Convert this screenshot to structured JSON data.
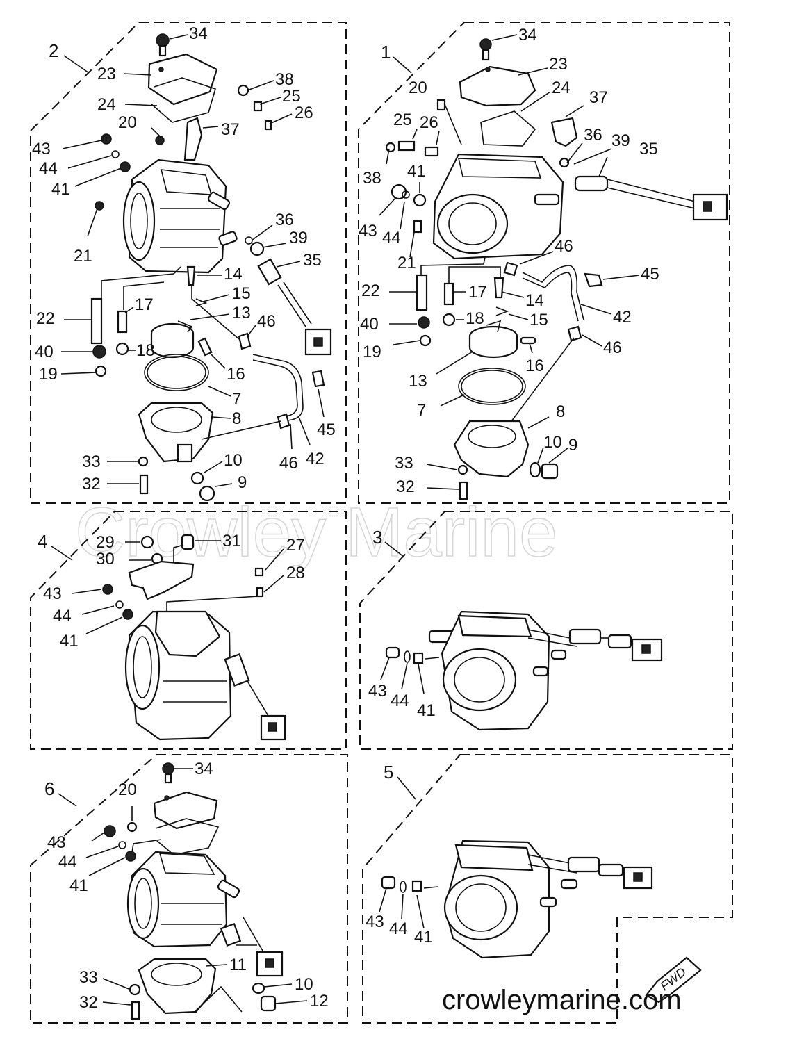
{
  "watermark": "Crowley Marine",
  "site": "crowleymarine.com",
  "fwd": "FWD",
  "panels": [
    {
      "id": "2",
      "labels": [
        "34",
        "23",
        "24",
        "38",
        "25",
        "26",
        "20",
        "37",
        "43",
        "44",
        "41",
        "21",
        "36",
        "39",
        "14",
        "35",
        "15",
        "13",
        "46",
        "22",
        "17",
        "40",
        "18",
        "19",
        "16",
        "7",
        "8",
        "45",
        "33",
        "10",
        "46",
        "42",
        "32",
        "9"
      ]
    },
    {
      "id": "1",
      "labels": [
        "34",
        "23",
        "20",
        "24",
        "37",
        "25",
        "26",
        "36",
        "39",
        "35",
        "38",
        "41",
        "43",
        "44",
        "21",
        "46",
        "45",
        "22",
        "17",
        "14",
        "40",
        "18",
        "15",
        "42",
        "19",
        "46",
        "16",
        "13",
        "7",
        "8",
        "10",
        "9",
        "33",
        "32"
      ]
    },
    {
      "id": "4",
      "labels": [
        "29",
        "31",
        "30",
        "27",
        "28",
        "43",
        "44",
        "41"
      ]
    },
    {
      "id": "3",
      "labels": [
        "43",
        "44",
        "41"
      ]
    },
    {
      "id": "6",
      "labels": [
        "34",
        "20",
        "43",
        "44",
        "41",
        "11",
        "33",
        "10",
        "32",
        "12"
      ]
    },
    {
      "id": "5",
      "labels": [
        "43",
        "44",
        "41"
      ]
    }
  ]
}
